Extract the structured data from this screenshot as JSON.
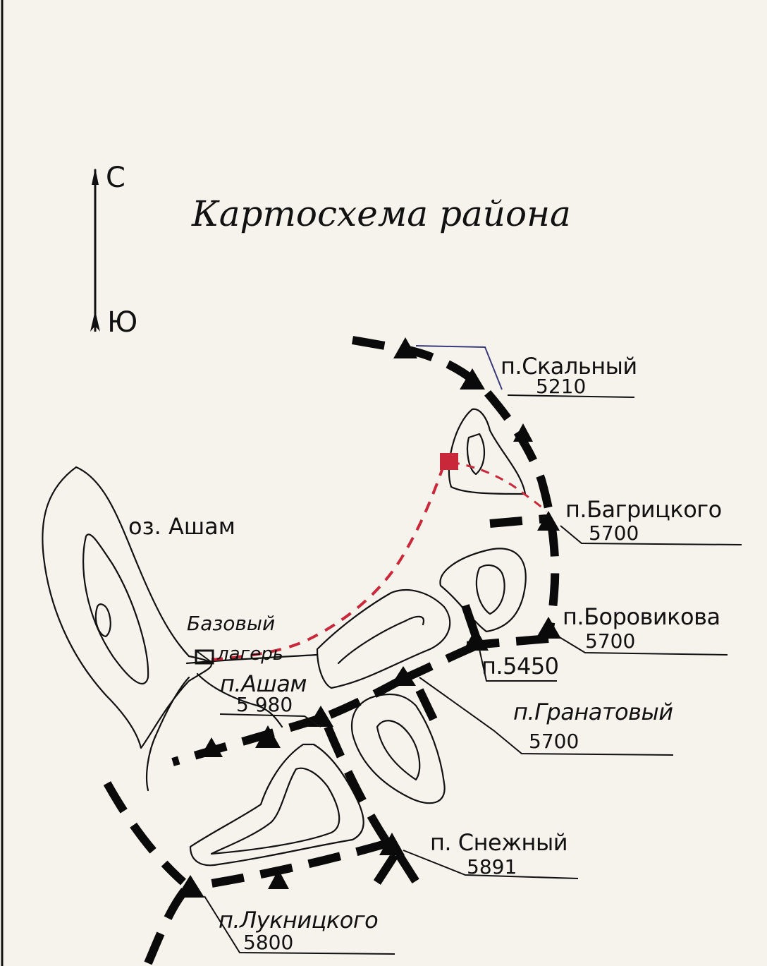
{
  "map": {
    "title": "Картосхема района",
    "compass": {
      "north": "С",
      "south": "Ю"
    },
    "lake": {
      "name": "оз. Ашам"
    },
    "base_camp": {
      "line1": "Базовый",
      "line2": "лагерь"
    },
    "peaks": [
      {
        "id": "skalny",
        "name": "п.Скальный",
        "altitude": "5210"
      },
      {
        "id": "bagritsky",
        "name": "п.Багрицкого",
        "altitude": "5700"
      },
      {
        "id": "borovikov",
        "name": "п.Боровикова",
        "altitude": "5700"
      },
      {
        "id": "p5450",
        "name": "п.5450",
        "altitude": ""
      },
      {
        "id": "ashamp",
        "name": "п.Ашам",
        "altitude": "5 980"
      },
      {
        "id": "granatovy",
        "name": "п.Гранатовый",
        "altitude": "5700"
      },
      {
        "id": "snezhny",
        "name": "п. Снежный",
        "altitude": "5891"
      },
      {
        "id": "luknitsky",
        "name": "п.Лукницкого",
        "altitude": "5800"
      }
    ],
    "colors": {
      "ink": "#111111",
      "route": "#c8283a",
      "paper": "#f5f3ec",
      "blue_pen": "#3a3a7a"
    },
    "icons": [
      "north-arrow-icon",
      "peak-triangle-icon",
      "camp-flag-icon",
      "red-camp-marker-icon"
    ]
  }
}
